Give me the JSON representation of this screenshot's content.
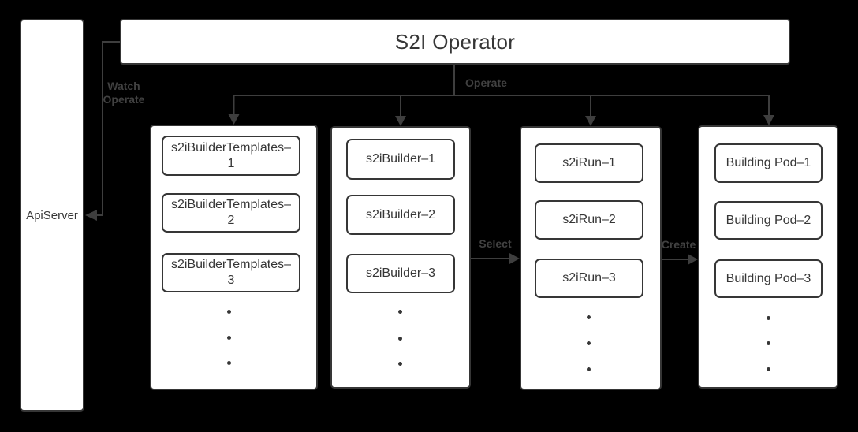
{
  "theme": {
    "background": "#000000",
    "node_fill": "#ffffff",
    "node_border": "#363636",
    "node_text": "#363636",
    "line_color": "#3e3e3e",
    "edge_label_color": "#414141"
  },
  "nodes": {
    "operator": {
      "label": "S2I Operator"
    },
    "api_server": {
      "label": "ApiServer"
    }
  },
  "edges": {
    "watch": {
      "label_line1": "Watch",
      "label_line2": "Operate"
    },
    "operate": {
      "label": "Operate"
    },
    "select": {
      "label": "Select"
    },
    "create": {
      "label": "Create"
    }
  },
  "groups": {
    "templates": {
      "items": [
        "s2iBuilderTemplates–1",
        "s2iBuilderTemplates–2",
        "s2iBuilderTemplates–3"
      ]
    },
    "builders": {
      "items": [
        "s2iBuilder–1",
        "s2iBuilder–2",
        "s2iBuilder–3"
      ]
    },
    "runs": {
      "items": [
        "s2iRun–1",
        "s2iRun–2",
        "s2iRun–3"
      ]
    },
    "pods": {
      "items": [
        "Building Pod–1",
        "Building Pod–2",
        "Building Pod–3"
      ]
    }
  }
}
